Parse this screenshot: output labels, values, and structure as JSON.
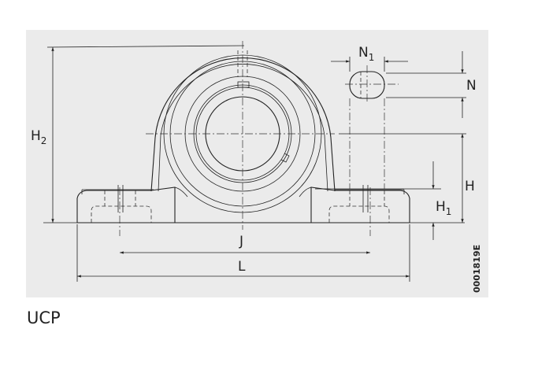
{
  "figure": {
    "labels": {
      "H2": "H",
      "H2_sub": "2",
      "N1": "N",
      "N1_sub": "1",
      "N": "N",
      "H": "H",
      "H1": "H",
      "H1_sub": "1",
      "J": "J",
      "L": "L"
    },
    "drawing_code": "0001819E",
    "caption": "UCP"
  }
}
